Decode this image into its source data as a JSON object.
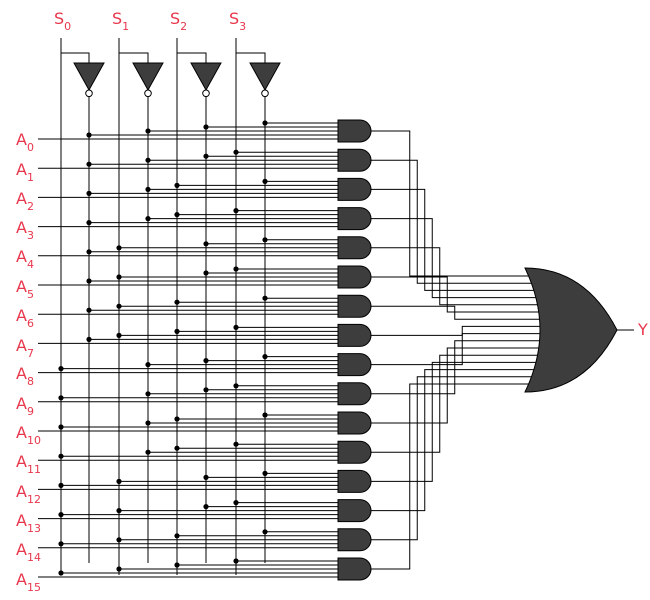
{
  "select_lines": [
    {
      "label": "S",
      "sub": "0"
    },
    {
      "label": "S",
      "sub": "1"
    },
    {
      "label": "S",
      "sub": "2"
    },
    {
      "label": "S",
      "sub": "3"
    }
  ],
  "inputs": [
    {
      "label": "A",
      "sub": "0"
    },
    {
      "label": "A",
      "sub": "1"
    },
    {
      "label": "A",
      "sub": "2"
    },
    {
      "label": "A",
      "sub": "3"
    },
    {
      "label": "A",
      "sub": "4"
    },
    {
      "label": "A",
      "sub": "5"
    },
    {
      "label": "A",
      "sub": "6"
    },
    {
      "label": "A",
      "sub": "7"
    },
    {
      "label": "A",
      "sub": "8"
    },
    {
      "label": "A",
      "sub": "9"
    },
    {
      "label": "A",
      "sub": "10"
    },
    {
      "label": "A",
      "sub": "11"
    },
    {
      "label": "A",
      "sub": "12"
    },
    {
      "label": "A",
      "sub": "13"
    },
    {
      "label": "A",
      "sub": "14"
    },
    {
      "label": "A",
      "sub": "15"
    }
  ],
  "output": {
    "label": "Y"
  },
  "colors": {
    "label": "#e8374c",
    "wire": "#000000",
    "gate_fill": "#3d3d3d"
  }
}
